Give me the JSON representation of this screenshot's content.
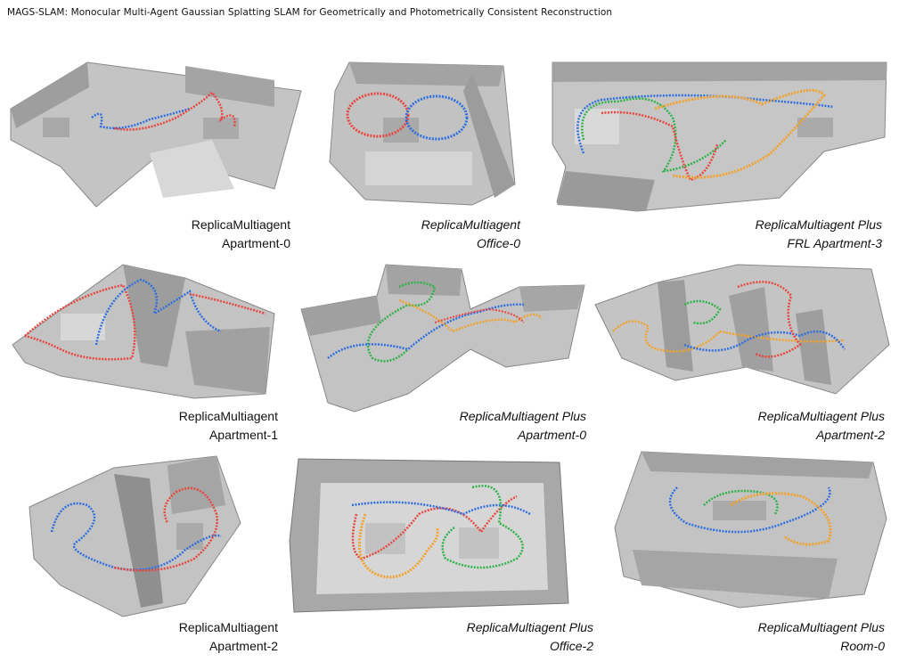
{
  "header": {
    "running_title": "MAGS-SLAM: Monocular Multi-Agent Gaussian Splatting SLAM for Geometrically and Photometrically Consistent Reconstruction"
  },
  "colors": {
    "red": "#e8473f",
    "blue": "#2f6fe0",
    "green": "#2fb34a",
    "orange": "#f3a22b",
    "mesh": "#b9b9b9"
  },
  "panels": [
    {
      "dataset": "ReplicaMultiagent",
      "scene": "Apartment-0",
      "italic": false
    },
    {
      "dataset": "ReplicaMultiagent",
      "scene": "Office-0",
      "italic": true
    },
    {
      "dataset": "ReplicaMultiagent Plus",
      "scene": "FRL Apartment-3",
      "italic": true
    },
    {
      "dataset": "ReplicaMultiagent",
      "scene": "Apartment-1",
      "italic": false
    },
    {
      "dataset": "ReplicaMultiagent Plus",
      "scene": "Apartment-0",
      "italic": true
    },
    {
      "dataset": "ReplicaMultiagent Plus",
      "scene": "Apartment-2",
      "italic": true
    },
    {
      "dataset": "ReplicaMultiagent",
      "scene": "Apartment-2",
      "italic": false
    },
    {
      "dataset": "ReplicaMultiagent Plus",
      "scene": "Office-2",
      "italic": true
    },
    {
      "dataset": "ReplicaMultiagent Plus",
      "scene": "Room-0",
      "italic": true
    }
  ]
}
